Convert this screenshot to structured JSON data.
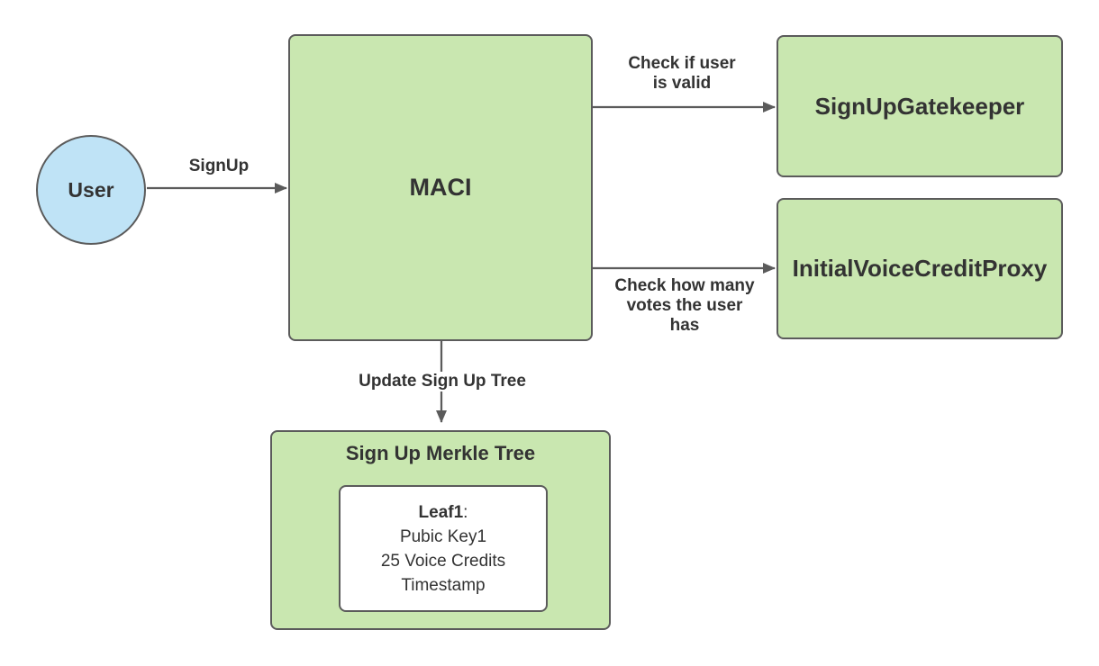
{
  "colors": {
    "green": "#c9e7b0",
    "blue": "#bfe3f6",
    "border-color": "#5b5b5b",
    "edge-color": "#5b5b5b",
    "text-color": "#333333"
  },
  "nodes": {
    "user": {
      "label": "User"
    },
    "maci": {
      "label": "MACI"
    },
    "gatekeeper": {
      "label": "SignUpGatekeeper"
    },
    "proxy": {
      "label": "InitialVoiceCreditProxy"
    },
    "merkle": {
      "title": "Sign Up Merkle Tree",
      "leaf_title": "Leaf1",
      "leaf_colon": ":",
      "leaf_lines": [
        "Pubic Key1",
        "25 Voice Credits",
        "Timestamp"
      ]
    }
  },
  "edges": {
    "signup": {
      "label": "SignUp"
    },
    "check_valid": {
      "label": "Check if user\nis valid"
    },
    "check_votes": {
      "label": "Check how many\nvotes the user\nhas"
    },
    "update_tree": {
      "label": "Update Sign Up Tree"
    }
  }
}
